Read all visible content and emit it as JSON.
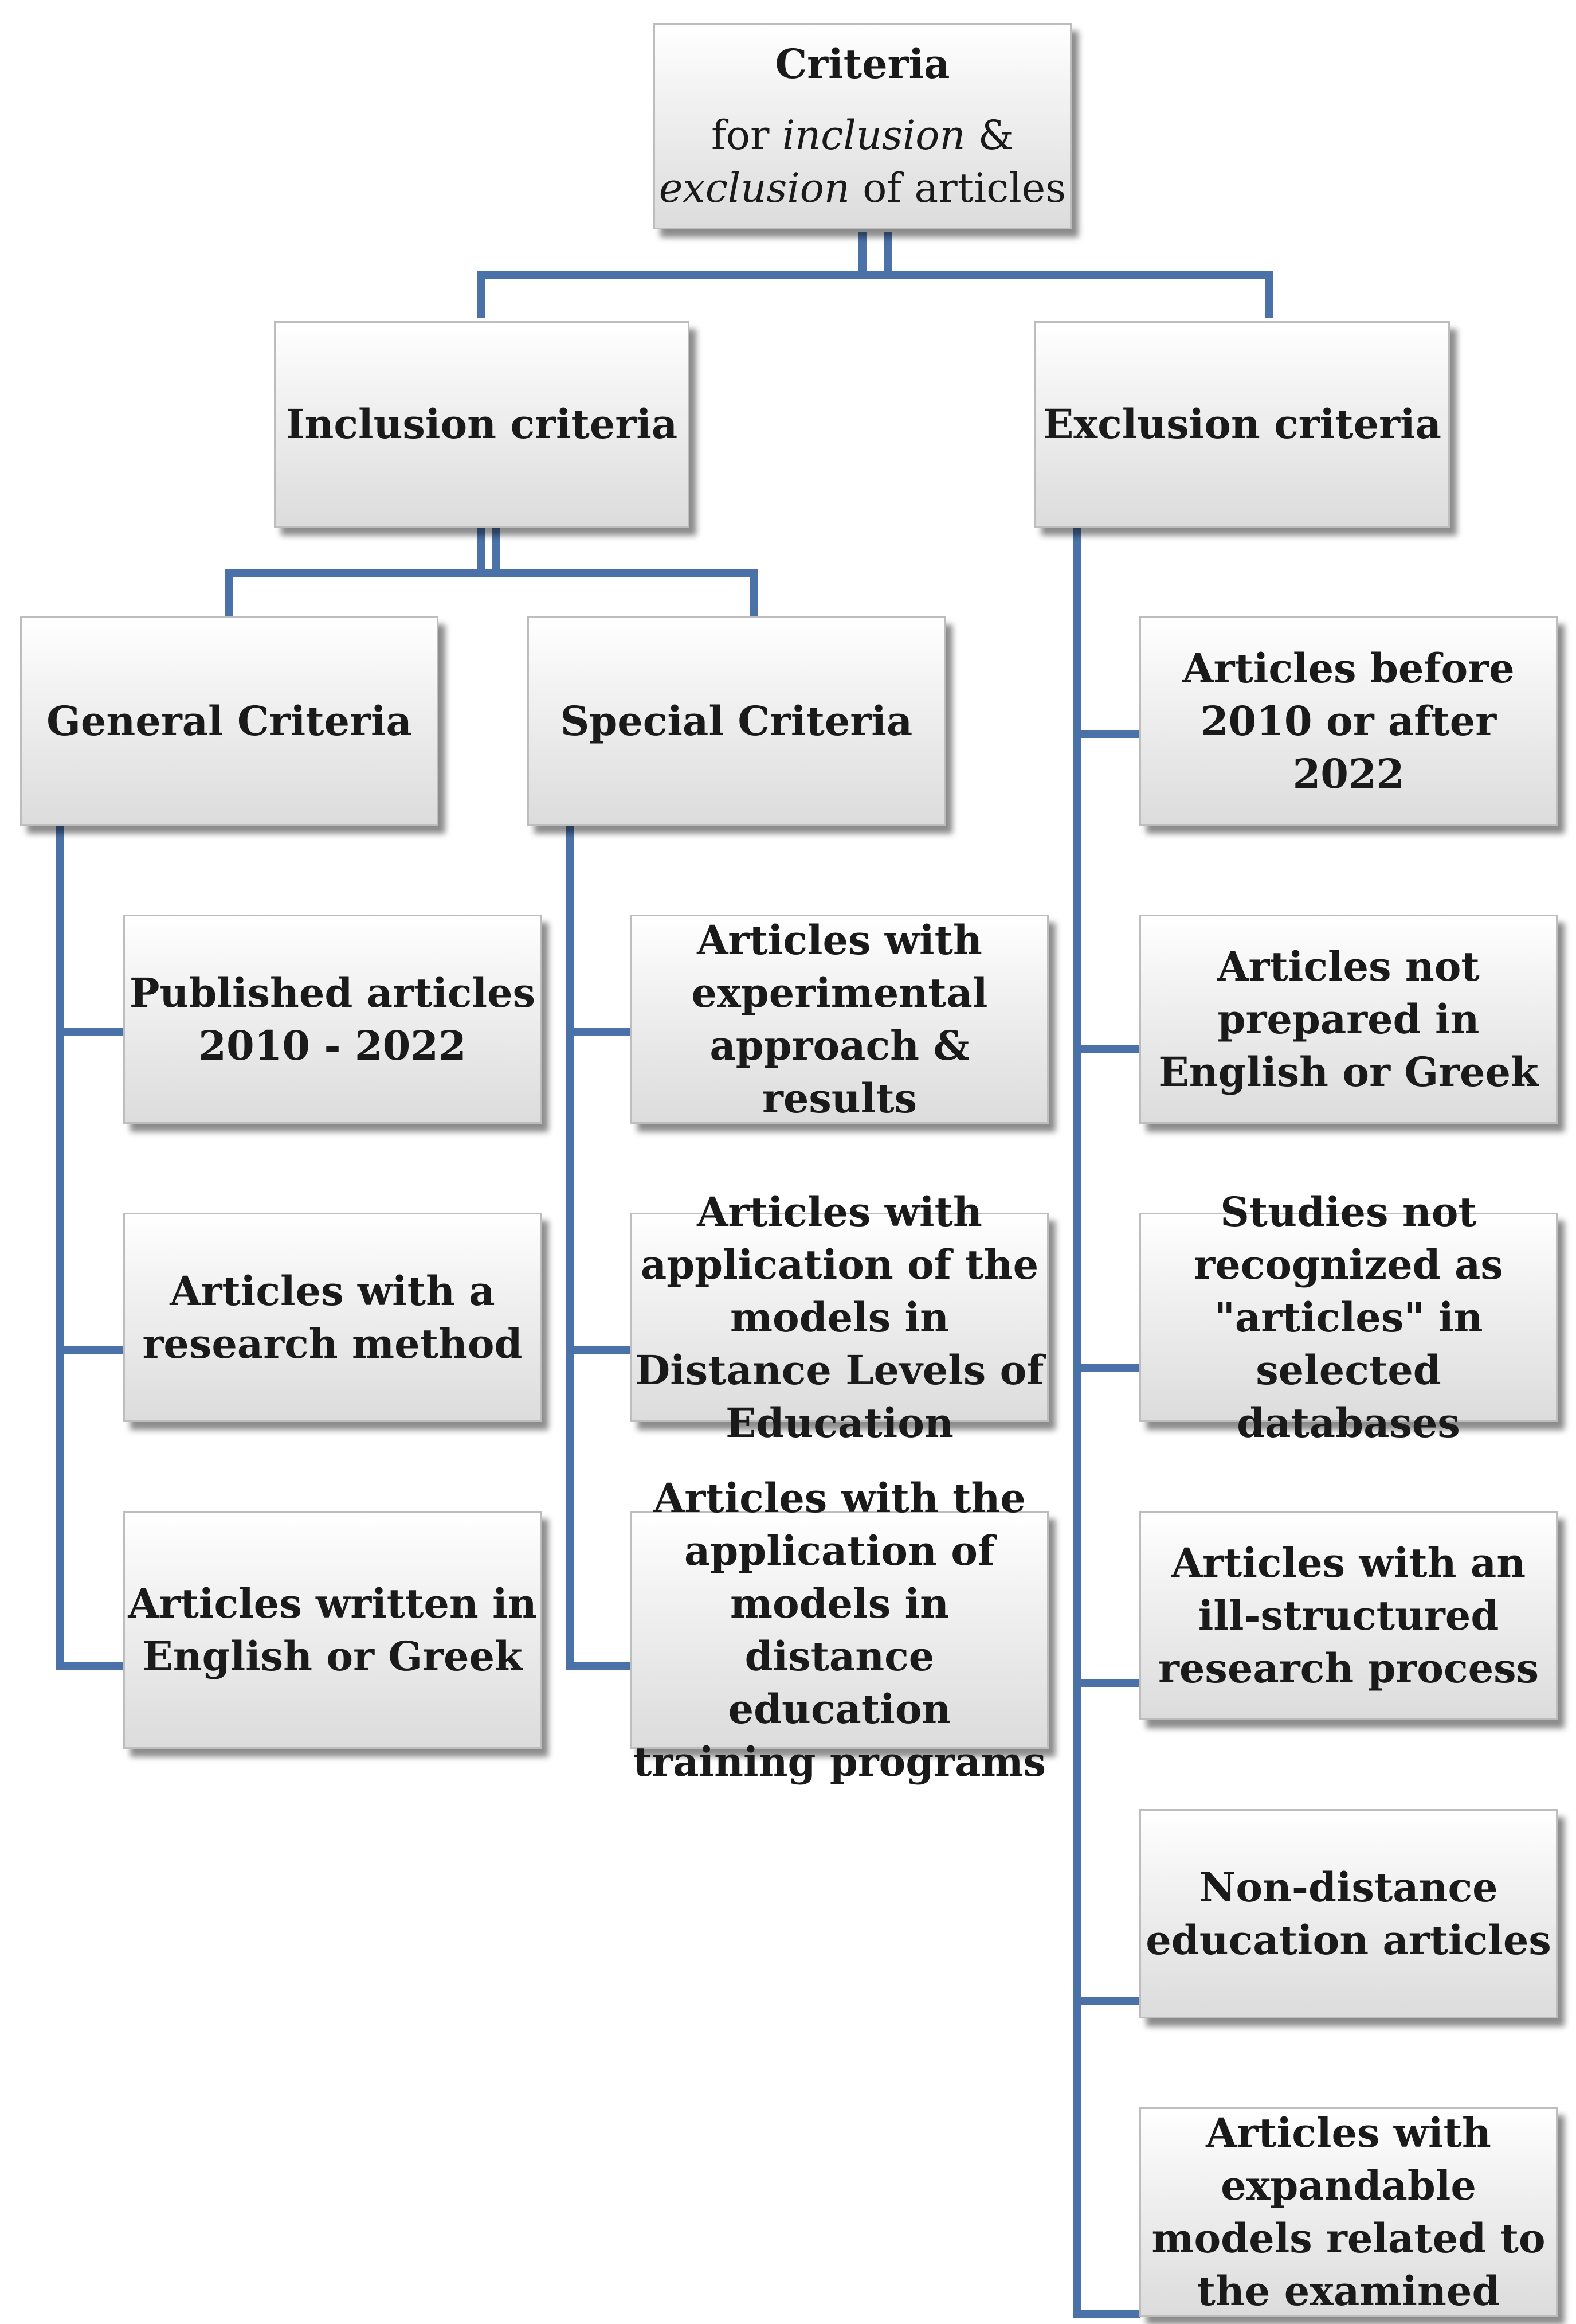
{
  "root": {
    "title": "Criteria",
    "line2_pre": "for ",
    "line2_em": "inclusion",
    "line2_post": " &",
    "line3_em": "exclusion",
    "line3_post": " of articles"
  },
  "inclusion": {
    "label": "Inclusion criteria"
  },
  "exclusion": {
    "label": "Exclusion criteria"
  },
  "general": {
    "label": "General Criteria",
    "items": [
      "Published articles 2010 - 2022",
      "Articles with a research method",
      "Articles written in English or Greek"
    ]
  },
  "special": {
    "label": "Special Criteria",
    "items": [
      "Articles with experimental approach & results",
      "Articles with application of the models in Distance Levels of Education",
      "Articles with the application of models in distance education training programs"
    ]
  },
  "exclusion_items": [
    "Articles before 2010 or after 2022",
    "Articles not prepared in English or Greek",
    "Studies not recognized as \"articles\" in selected databases",
    "Articles with an ill-structured research process",
    "Non-distance education articles",
    "Articles with expandable models related to the examined"
  ],
  "colors": {
    "connector": "#4a72a8",
    "box_border": "#bdbdbd",
    "text": "#1a1a1a"
  }
}
